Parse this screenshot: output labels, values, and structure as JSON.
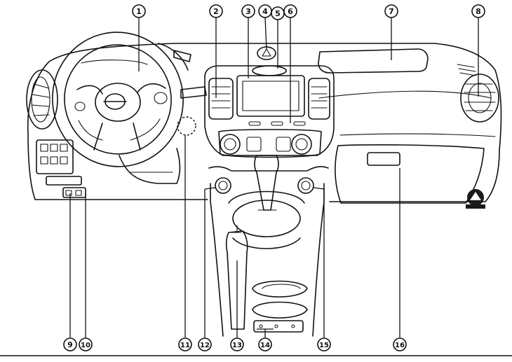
{
  "callouts": [
    {
      "label": "1"
    },
    {
      "label": "2"
    },
    {
      "label": "3"
    },
    {
      "label": "4"
    },
    {
      "label": "5"
    },
    {
      "label": "6"
    },
    {
      "label": "7"
    },
    {
      "label": "8"
    },
    {
      "label": "9"
    },
    {
      "label": "10"
    },
    {
      "label": "11"
    },
    {
      "label": "12"
    },
    {
      "label": "13"
    },
    {
      "label": "14"
    },
    {
      "label": "15"
    },
    {
      "label": "16"
    }
  ]
}
